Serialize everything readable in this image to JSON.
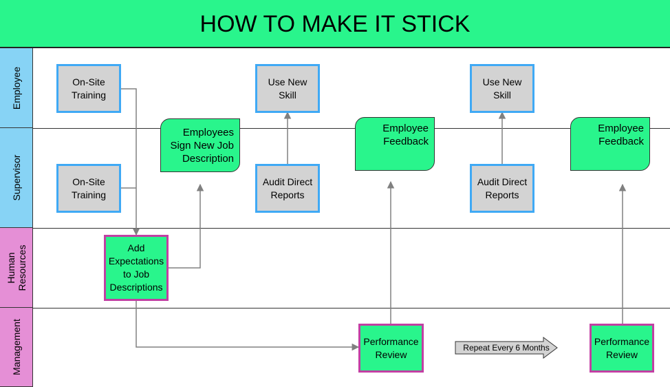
{
  "title": "HOW TO MAKE IT STICK",
  "lanes": [
    {
      "label": "Employee"
    },
    {
      "label": "Supervisor"
    },
    {
      "label": "Human\nResources"
    },
    {
      "label": "Management"
    }
  ],
  "nodes": {
    "emp_training": "On-Site\nTraining",
    "emp_skill_1": "Use New\nSkill",
    "emp_skill_2": "Use New\nSkill",
    "sup_training": "On-Site\nTraining",
    "sup_sign": "Employees\nSign New Job\nDescription",
    "sup_audit_1": "Audit Direct\nReports",
    "sup_feedback_1": "Employee\nFeedback",
    "sup_audit_2": "Audit Direct\nReports",
    "sup_feedback_2": "Employee\nFeedback",
    "hr_add": "Add\nExpectations\nto Job\nDescriptions",
    "mgmt_review_1": "Performance\nReview",
    "mgmt_review_2": "Performance\nReview"
  },
  "repeat_label": "Repeat Every 6 Months",
  "colors": {
    "title_bg": "#29f58c",
    "lane_employee": "#87d3f5",
    "lane_supervisor": "#87d3f5",
    "lane_hr": "#e58fd6",
    "lane_management": "#e58fd6",
    "grey_box": "#d3d3d3",
    "grey_border": "#3fa9f5",
    "green_box": "#29f58c",
    "green_border": "#c23fa3",
    "connector": "#808080"
  }
}
